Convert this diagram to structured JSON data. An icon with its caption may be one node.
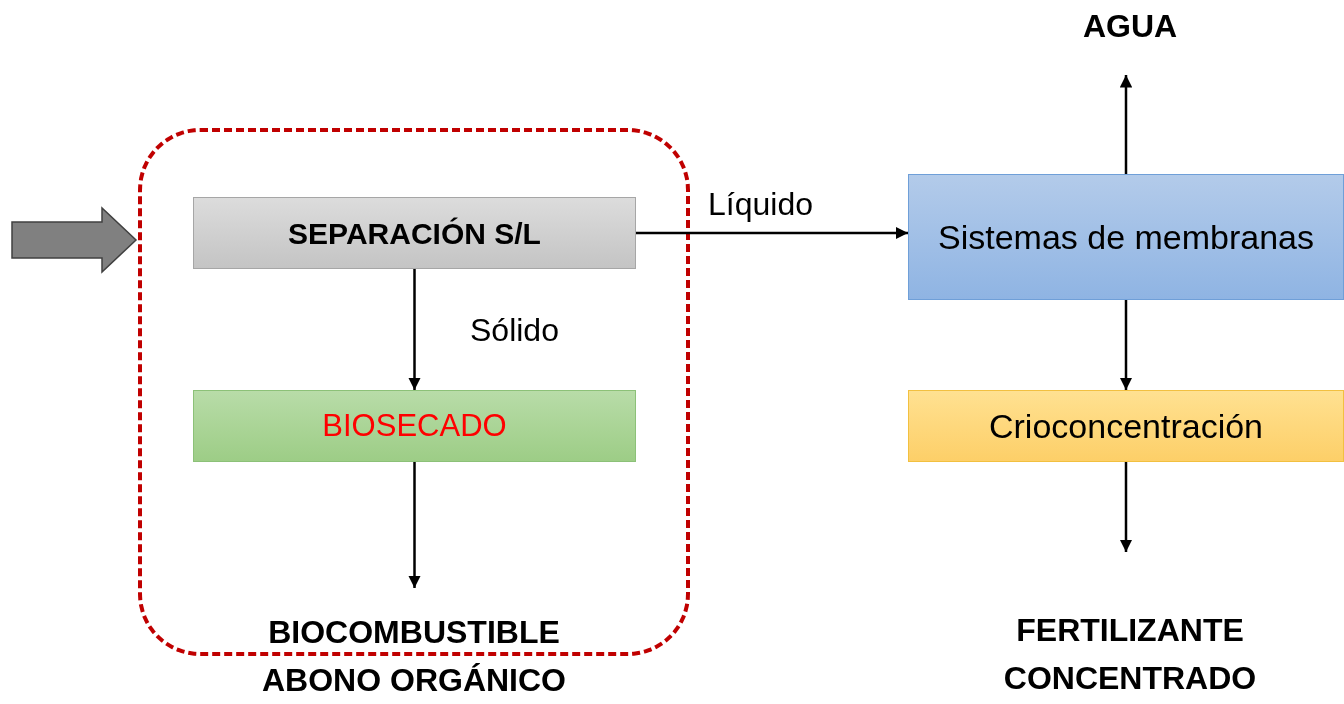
{
  "diagram": {
    "nodes": [
      {
        "text": [],
        "shape": "box"
      },
      {
        "text": [
          "SEPARACIÓN S/L"
        ],
        "in": 0
      },
      {
        "text": [
          "BIOSECADO"
        ],
        "in": 0
      },
      {
        "text": [
          "BIOCOMBUSTIBLE ABONO ORGÁNICO"
        ]
      },
      {
        "text": [
          "Sistemas de membranas"
        ]
      },
      {
        "text": [
          "Crioconcentración"
        ]
      },
      {
        "text": [
          "AGUA"
        ]
      },
      {
        "text": [
          "FERTILIZANTE CONCENTRADO"
        ]
      }
    ],
    "edges": [
      {
        "from": null,
        "to": 0,
        "arrow": "to",
        "style": "thick",
        "color": "#808080"
      },
      {
        "from": 1,
        "to": 2,
        "arrow": "to",
        "label": "Sólido"
      },
      {
        "from": 2,
        "to": 3,
        "arrow": "to"
      },
      {
        "from": 1,
        "to": 4,
        "arrow": "to",
        "label": "Líquido"
      },
      {
        "from": 4,
        "to": 6,
        "arrow": "to"
      },
      {
        "from": 4,
        "to": 5,
        "arrow": "to"
      },
      {
        "from": 5,
        "to": 7,
        "arrow": "to"
      }
    ]
  }
}
